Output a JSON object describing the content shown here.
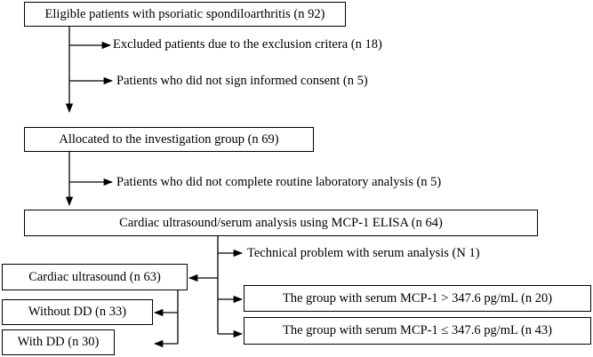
{
  "boxes": {
    "eligible": "Eligible patients with psoriatic spondiloarthritis (n 92)",
    "allocated": "Allocated to the investigation group (n 69)",
    "cardiac_serum": "Cardiac ultrasound/serum analysis using MCP-1 ELISA (n 64)",
    "cardiac_ultrasound": "Cardiac ultrasound (n 63)",
    "without_dd": "Without DD (n 33)",
    "with_dd": "With DD (n 30)",
    "mcp_high": "The group with serum MCP-1 > 347.6 pg/mL (n 20)",
    "mcp_low": "The group with serum MCP-1 ≤ 347.6 pg/mL (n 43)"
  },
  "side_notes": {
    "excluded": "Excluded patients due to the exclusion critera (n 18)",
    "no_consent": "Patients who did not sign informed consent (n 5)",
    "no_lab": "Patients who did not complete routine laboratory analysis (n 5)",
    "technical": "Technical problem with serum analysis (N 1)"
  }
}
